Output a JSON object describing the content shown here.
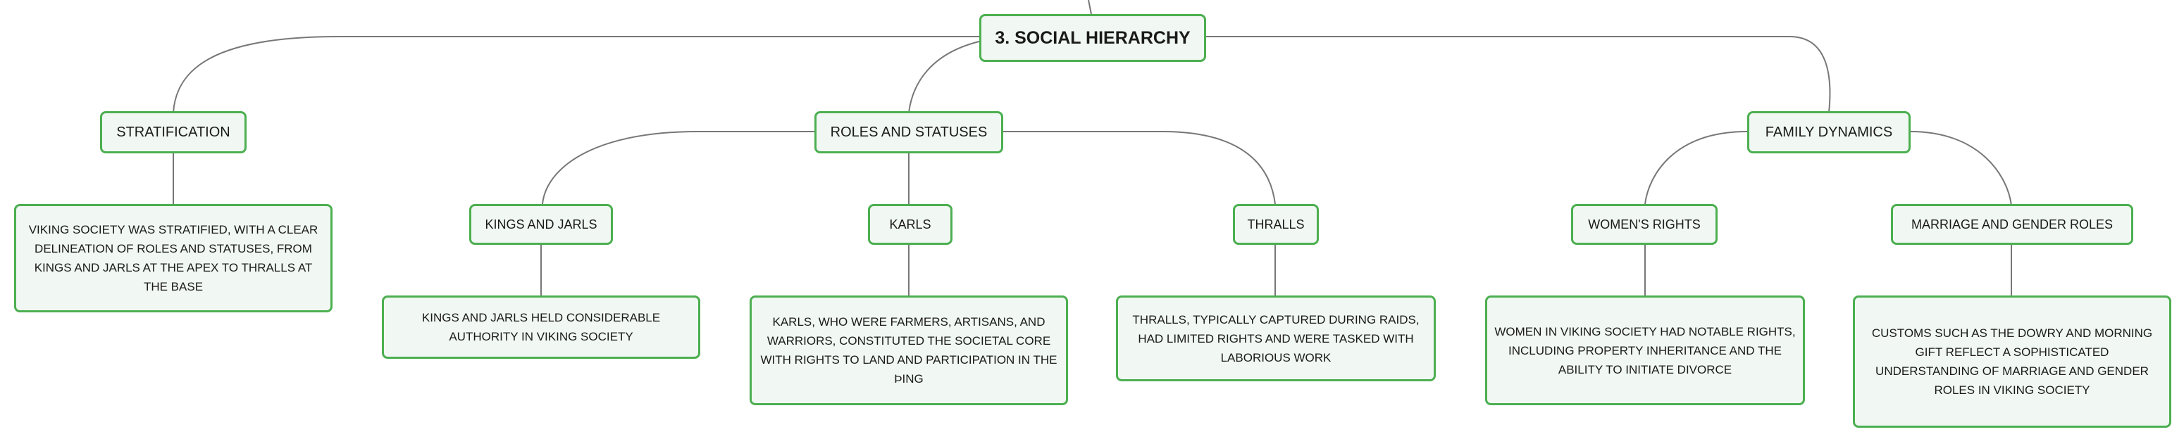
{
  "mindmap": {
    "root": {
      "label": "3. SOCIAL HIERARCHY"
    },
    "stratification": {
      "label": "STRATIFICATION",
      "detail": "VIKING SOCIETY WAS STRATIFIED, WITH A CLEAR DELINEATION OF ROLES AND STATUSES, FROM KINGS AND JARLS AT THE APEX TO THRALLS AT THE BASE"
    },
    "roles": {
      "label": "ROLES AND STATUSES",
      "kings": {
        "label": "KINGS AND JARLS",
        "detail": "KINGS AND JARLS HELD CONSIDERABLE AUTHORITY IN VIKING SOCIETY"
      },
      "karls": {
        "label": "KARLS",
        "detail": "KARLS, WHO WERE FARMERS, ARTISANS, AND WARRIORS, CONSTITUTED THE SOCIETAL CORE WITH RIGHTS TO LAND AND PARTICIPATION IN THE ÞING"
      },
      "thralls": {
        "label": "THRALLS",
        "detail": "THRALLS, TYPICALLY CAPTURED DURING RAIDS, HAD LIMITED RIGHTS AND WERE TASKED WITH LABORIOUS WORK"
      }
    },
    "family": {
      "label": "FAMILY DYNAMICS",
      "women": {
        "label": "WOMEN'S RIGHTS",
        "detail": "WOMEN IN VIKING SOCIETY HAD NOTABLE RIGHTS, INCLUDING PROPERTY INHERITANCE AND THE ABILITY TO INITIATE DIVORCE"
      },
      "marriage": {
        "label": "MARRIAGE AND GENDER ROLES",
        "detail": "CUSTOMS SUCH AS THE DOWRY AND MORNING GIFT REFLECT A SOPHISTICATED UNDERSTANDING OF MARRIAGE AND GENDER ROLES IN VIKING SOCIETY"
      }
    }
  },
  "colors": {
    "border": "#4caf50",
    "fill": "#f1f8f3",
    "connector": "#777777"
  }
}
